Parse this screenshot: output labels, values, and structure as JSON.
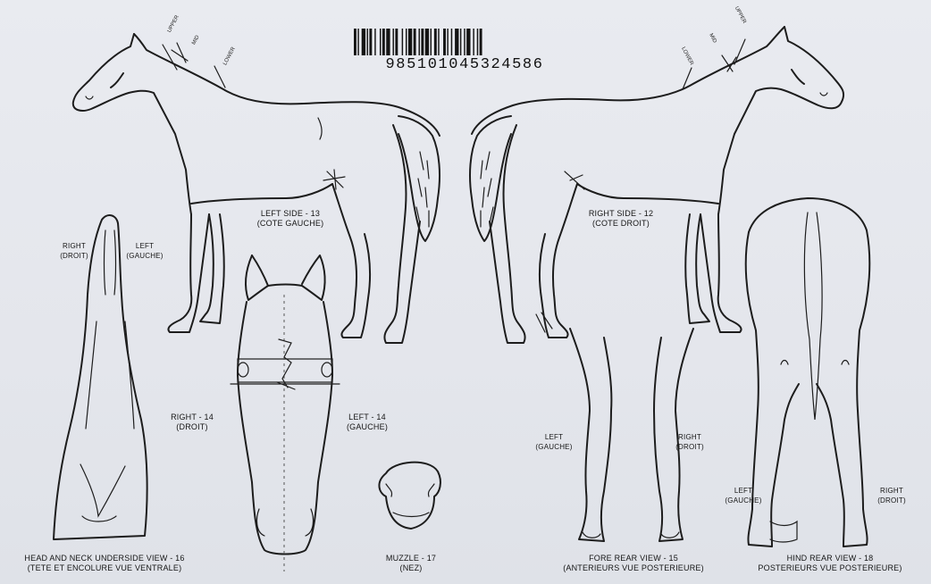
{
  "barcode": {
    "number": "985101045324586"
  },
  "views": {
    "left_side": {
      "line1": "LEFT SIDE - 13",
      "line2": "(COTE GAUCHE)"
    },
    "right_side": {
      "line1": "RIGHT SIDE - 12",
      "line2": "(COTE DROIT)"
    },
    "head_neck": {
      "line1": "HEAD AND NECK UNDERSIDE VIEW - 16",
      "line2": "(TETE ET ENCOLURE VUE VENTRALE)"
    },
    "head_front": {
      "right_line1": "RIGHT - 14",
      "right_line2": "(DROIT)",
      "left_line1": "LEFT - 14",
      "left_line2": "(GAUCHE)"
    },
    "muzzle": {
      "line1": "MUZZLE - 17",
      "line2": "(NEZ)"
    },
    "fore_rear": {
      "line1": "FORE REAR VIEW - 15",
      "line2": "(ANTERIEURS VUE POSTERIEURE)"
    },
    "hind_rear": {
      "line1": "HIND REAR VIEW - 18",
      "line2": "POSTERIEURS VUE POSTERIEURE)"
    }
  },
  "side_labels": {
    "neck_right": {
      "line1": "RIGHT",
      "line2": "(DROIT)"
    },
    "neck_left": {
      "line1": "LEFT",
      "line2": "(GAUCHE)"
    },
    "fore_left": {
      "line1": "LEFT",
      "line2": "(GAUCHE)"
    },
    "fore_right": {
      "line1": "RIGHT",
      "line2": "(DROIT)"
    },
    "hind_left": {
      "line1": "LEFT",
      "line2": "(GAUCHE)"
    },
    "hind_right": {
      "line1": "RIGHT",
      "line2": "(DROIT)"
    }
  },
  "neck_markers": {
    "upper": "UPPER",
    "mid": "MID",
    "lower": "LOWER"
  }
}
